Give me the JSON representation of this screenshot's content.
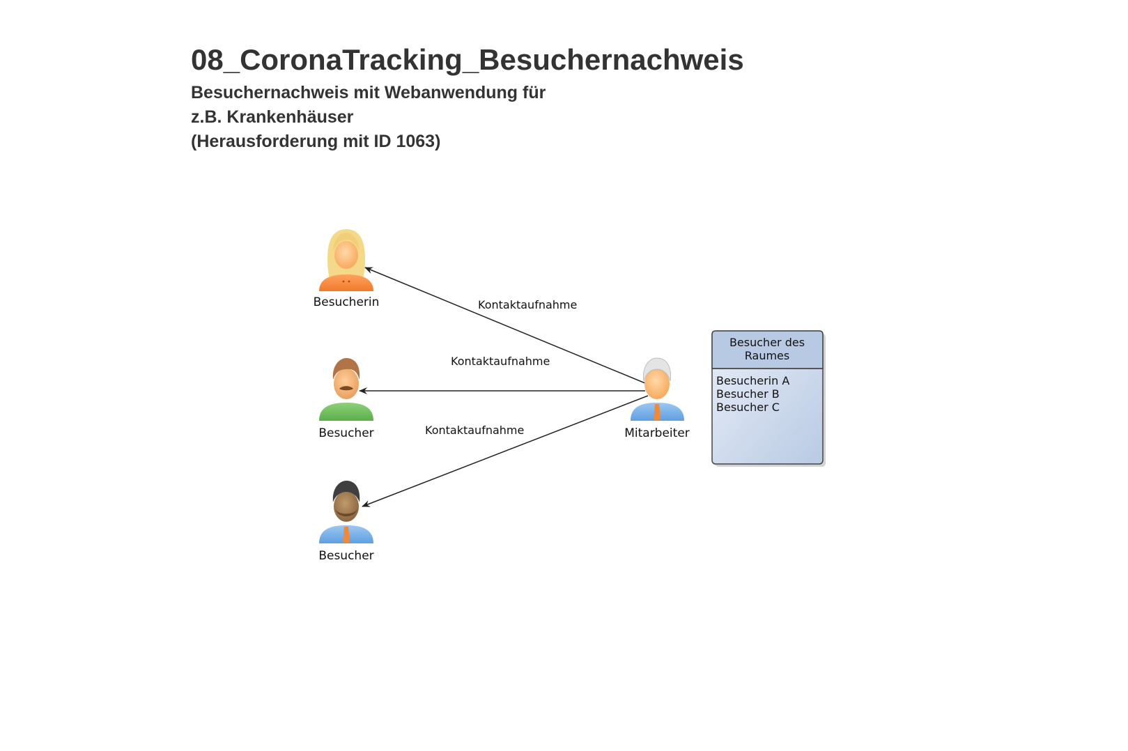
{
  "header": {
    "title": "08_CoronaTracking_Besuchernachweis",
    "subtitle_lines": [
      "Besuchernachweis mit Webanwendung für",
      "z.B. Krankenhäuser",
      "(Herausforderung mit ID 1063)"
    ]
  },
  "diagram": {
    "actors": {
      "besucherin": {
        "label": "Besucherin",
        "icon": "female-user-icon"
      },
      "besucher_1": {
        "label": "Besucher",
        "icon": "male-user-mustache-icon"
      },
      "besucher_2": {
        "label": "Besucher",
        "icon": "male-user-tie-icon"
      },
      "mitarbeiter": {
        "label": "Mitarbeiter",
        "icon": "employee-user-icon"
      }
    },
    "edges": [
      {
        "from": "Mitarbeiter",
        "to": "Besucherin",
        "label": "Kontaktaufnahme"
      },
      {
        "from": "Mitarbeiter",
        "to": "Besucher",
        "label": "Kontaktaufnahme"
      },
      {
        "from": "Mitarbeiter",
        "to": "Besucher",
        "label": "Kontaktaufnahme"
      }
    ],
    "note_box": {
      "title_lines": [
        "Besucher des",
        "Raumes"
      ],
      "items": [
        "Besucherin A",
        "Besucher B",
        "Besucher C"
      ]
    },
    "colors": {
      "box_fill_top": "#b8c9e3",
      "box_border": "#444444",
      "edge": "#222222"
    }
  }
}
